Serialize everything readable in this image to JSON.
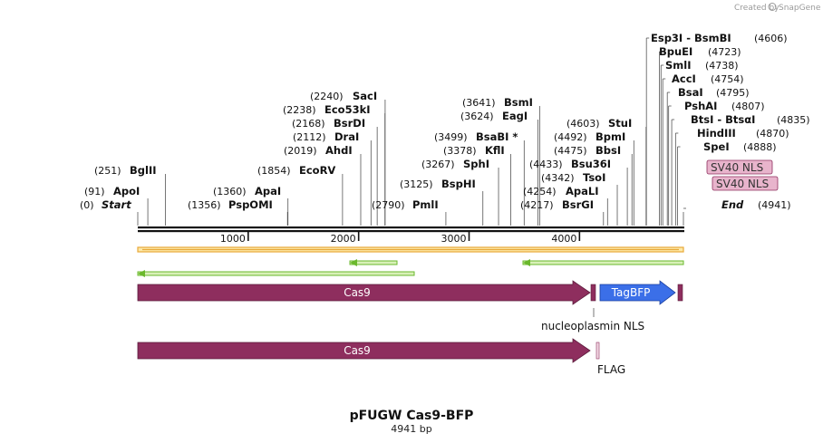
{
  "credit": {
    "prefix": "Created by",
    "brand": "SnapGene"
  },
  "plasmid": {
    "name": "pFUGW Cas9-BFP",
    "length_label": "4941 bp",
    "length": 4941
  },
  "ticks": [
    {
      "value": 1000,
      "label": "1000"
    },
    {
      "value": 2000,
      "label": "2000"
    },
    {
      "value": 3000,
      "label": "3000"
    },
    {
      "value": 4000,
      "label": "4000"
    }
  ],
  "sites": [
    {
      "name": "Start",
      "pos": "(0)",
      "bp": 0,
      "italic": true
    },
    {
      "name": "ApoI",
      "pos": "(91)",
      "bp": 91
    },
    {
      "name": "BglII",
      "pos": "(251)",
      "bp": 251
    },
    {
      "name": "PspOMI",
      "pos": "(1356)",
      "bp": 1356
    },
    {
      "name": "ApaI",
      "pos": "(1360)",
      "bp": 1360
    },
    {
      "name": "EcoRV",
      "pos": "(1854)",
      "bp": 1854
    },
    {
      "name": "AhdI",
      "pos": "(2019)",
      "bp": 2019
    },
    {
      "name": "DraI",
      "pos": "(2112)",
      "bp": 2112
    },
    {
      "name": "BsrDI",
      "pos": "(2168)",
      "bp": 2168
    },
    {
      "name": "Eco53kI",
      "pos": "(2238)",
      "bp": 2238
    },
    {
      "name": "SacI",
      "pos": "(2240)",
      "bp": 2240
    },
    {
      "name": "PmlI",
      "pos": "(2790)",
      "bp": 2790
    },
    {
      "name": "BspHI",
      "pos": "(3125)",
      "bp": 3125
    },
    {
      "name": "SphI",
      "pos": "(3267)",
      "bp": 3267
    },
    {
      "name": "KflI",
      "pos": "(3378)",
      "bp": 3378
    },
    {
      "name": "BsaBI *",
      "pos": "(3499)",
      "bp": 3499
    },
    {
      "name": "EagI",
      "pos": "(3624)",
      "bp": 3624
    },
    {
      "name": "BsmI",
      "pos": "(3641)",
      "bp": 3641
    },
    {
      "name": "BsrGI",
      "pos": "(4217)",
      "bp": 4217
    },
    {
      "name": "ApaLI",
      "pos": "(4254)",
      "bp": 4254
    },
    {
      "name": "TsoI",
      "pos": "(4342)",
      "bp": 4342
    },
    {
      "name": "Bsu36I",
      "pos": "(4433)",
      "bp": 4433
    },
    {
      "name": "BbsI",
      "pos": "(4475)",
      "bp": 4475
    },
    {
      "name": "BpmI",
      "pos": "(4492)",
      "bp": 4492
    },
    {
      "name": "StuI",
      "pos": "(4603)",
      "bp": 4603
    },
    {
      "name": "Esp3I - BsmBI",
      "pos": "(4606)",
      "bp": 4606
    },
    {
      "name": "BpuEI",
      "pos": "(4723)",
      "bp": 4723
    },
    {
      "name": "SmlI",
      "pos": "(4738)",
      "bp": 4738
    },
    {
      "name": "AccI",
      "pos": "(4754)",
      "bp": 4754
    },
    {
      "name": "BsaI",
      "pos": "(4795)",
      "bp": 4795
    },
    {
      "name": "PshAI",
      "pos": "(4807)",
      "bp": 4807
    },
    {
      "name": "BtsI - BtsαI",
      "pos": "(4835)",
      "bp": 4835
    },
    {
      "name": "HindIII",
      "pos": "(4870)",
      "bp": 4870
    },
    {
      "name": "SpeI",
      "pos": "(4888)",
      "bp": 4888
    },
    {
      "name": "End",
      "pos": "(4941)",
      "bp": 4941,
      "italic": true
    }
  ],
  "nls_boxes": [
    {
      "label": "SV40 NLS",
      "color": "#e8b4cc"
    },
    {
      "label": "SV40 NLS",
      "color": "#e8b4cc"
    }
  ],
  "features": {
    "cas9_label": "Cas9",
    "tagbfp_label": "TagBFP",
    "nucleoplasmin_label": "nucleoplasmin NLS",
    "flag_label": "FLAG",
    "colors": {
      "cas9": "#8e2e5e",
      "tagbfp": "#3b6fe8",
      "orf": "#e8a93a",
      "orf_green": "#6ab82c"
    }
  }
}
